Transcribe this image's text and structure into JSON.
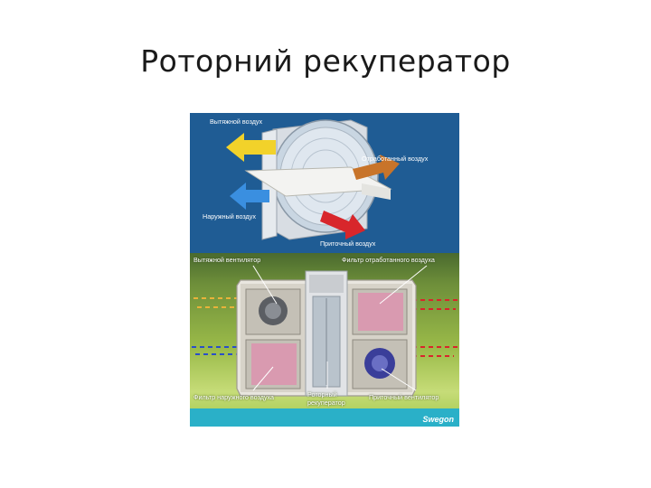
{
  "title": "Роторний рекуператор",
  "top_diagram": {
    "labels": {
      "exhaust_air": "Вытяжной воздух",
      "waste_air": "Отработанный воздух",
      "outdoor_air": "Наружный воздух",
      "supply_air": "Приточный воздух"
    }
  },
  "bottom_diagram": {
    "labels": {
      "exhaust_fan": "Вытяжной вентилятор",
      "waste_air_filter": "Фильтр отработанного воздуха",
      "outdoor_air_filter": "Фильтр наружного воздуха",
      "rotary_recuperator_line1": "Роторный",
      "rotary_recuperator_line2": "рекуператор",
      "supply_fan": "Приточный вентилятор"
    },
    "brand": "Swegon"
  },
  "colors": {
    "top_background": "#1f5c94",
    "arrow_yellow": "#f2d22a",
    "arrow_blue": "#3a8fe0",
    "arrow_orange": "#c8742a",
    "arrow_red": "#d8262b",
    "brand_bar": "#2ab0c8"
  }
}
